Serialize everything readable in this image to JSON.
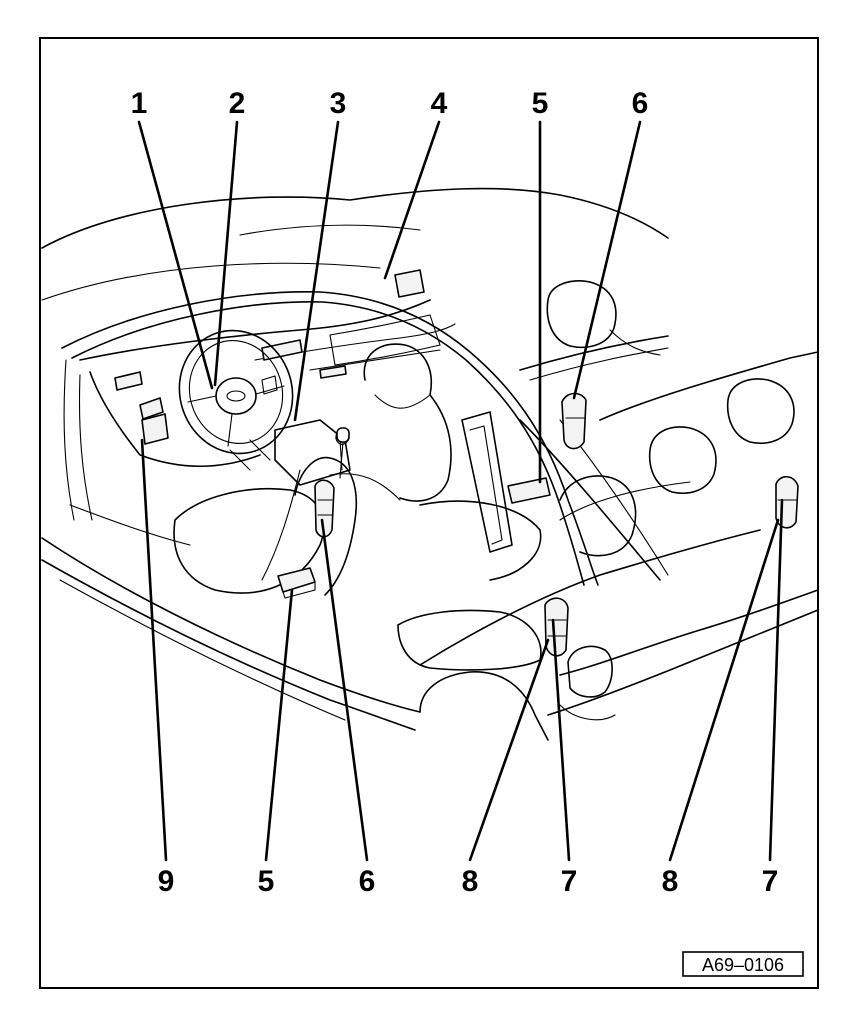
{
  "figure_reference": "A69–0106",
  "callouts_top": [
    "1",
    "2",
    "3",
    "4",
    "5",
    "6"
  ],
  "callouts_bottom": [
    "9",
    "5",
    "6",
    "8",
    "7",
    "8",
    "7"
  ]
}
